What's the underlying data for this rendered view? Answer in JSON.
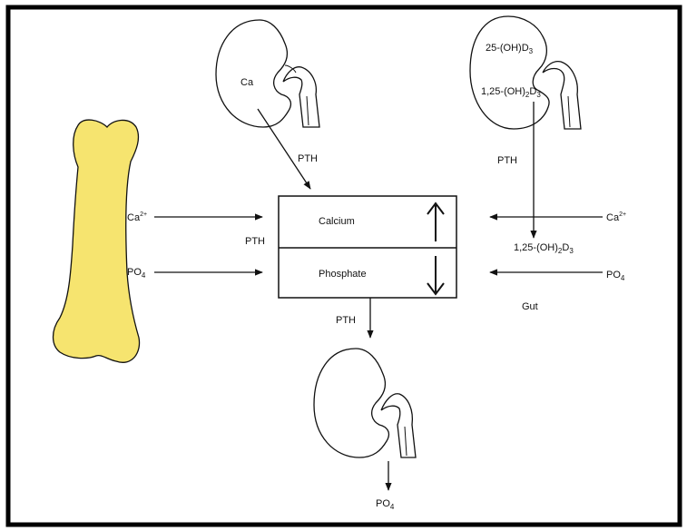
{
  "labels": {
    "kidney_top_left_text": "Ca",
    "pth_upper_left": "PTH",
    "kidney_top_right_line1": "25-(OH)D",
    "kidney_top_right_line1_sub": "3",
    "kidney_top_right_line2": "1,25-(OH)",
    "kidney_top_right_line2_sub1": "2",
    "kidney_top_right_line2_mid": "D",
    "kidney_top_right_line2_sub2": "3",
    "pth_upper_right": "PTH",
    "bone_ca": "Ca",
    "bone_ca_sup": "2+",
    "bone_po4": "PO",
    "bone_po4_sub": "4",
    "pth_left_middle": "PTH",
    "calcium": "Calcium",
    "phosphate": "Phosphate",
    "gut_ca": "Ca",
    "gut_ca_sup": "2+",
    "gut_po4": "PO",
    "gut_po4_sub": "4",
    "vitd_right_main": "1,25-(OH)",
    "vitd_right_sub1": "2",
    "vitd_right_mid": "D",
    "vitd_right_sub2": "3",
    "gut": "Gut",
    "pth_lower": "PTH",
    "bottom_po4": "PO",
    "bottom_po4_sub": "4"
  },
  "colors": {
    "bone_fill": "#F6E46F",
    "line": "#111111",
    "frame": "#000000"
  }
}
